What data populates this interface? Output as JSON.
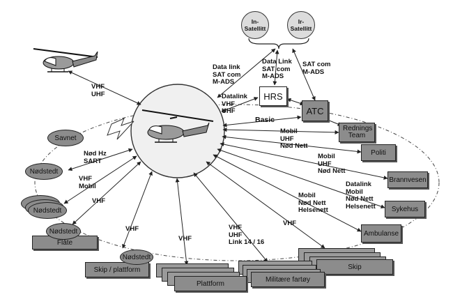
{
  "satellites": {
    "left": {
      "line1": "In-",
      "line2": "Satellitt"
    },
    "right": {
      "line1": "Ir-",
      "line2": "Satellitt"
    }
  },
  "nodes": {
    "hrs": "HRS",
    "atc": "ATC",
    "rednings_team": "Rednings Team",
    "politi": "Politi",
    "brannvesen": "Brannvesen",
    "sykehus": "Sykehus",
    "ambulanse": "Ambulanse",
    "skip": "Skip",
    "militaere_fartoy": "Militære fartøy",
    "plattform": "Plattform",
    "skip_plattform": "Skip / plattform",
    "flate": "Flåte",
    "savnet": "Savnet",
    "nodstedt_1": "Nødstedt",
    "nodstedt_2": "Nødstedt",
    "nodstedt_3": "Nødstedt",
    "nodstedt_4": "Nødstedt"
  },
  "links": {
    "heli_vhf_uhf": "VHF\nUHF",
    "datalink_sat_mads": "Data link\nSAT com\nM-ADS",
    "datalink_sat_mads_mid": "Data Link\nSAT com\nM-ADS",
    "sat_mads": "SAT com\nM-ADS",
    "datalink_vhf_uhf": "Datalink\nVHF\nUHF",
    "basic": "Basic",
    "rednings": "Mobil\nUHF\nNød Nett",
    "politi": "Mobil\nUHF\nNød Nett",
    "brannvesen": "Datalink\nMobil\nNød Nett\nHelsenett",
    "ambulanse": "Mobil\nNød Nett\nHelsenett",
    "skip": "VHF",
    "militaere": "VHF\nUHF\nLink 14 / 16",
    "plattform": "VHF",
    "skip_plattform": "VHF",
    "flate": "VHF",
    "nodstedt_mobil": "VHF\nMobil",
    "nod_hz": "Nød Hz\nSART"
  },
  "colors": {
    "box_fill": "#8c8c8c",
    "hub_fill": "#f0f0f0",
    "line": "#222222"
  }
}
